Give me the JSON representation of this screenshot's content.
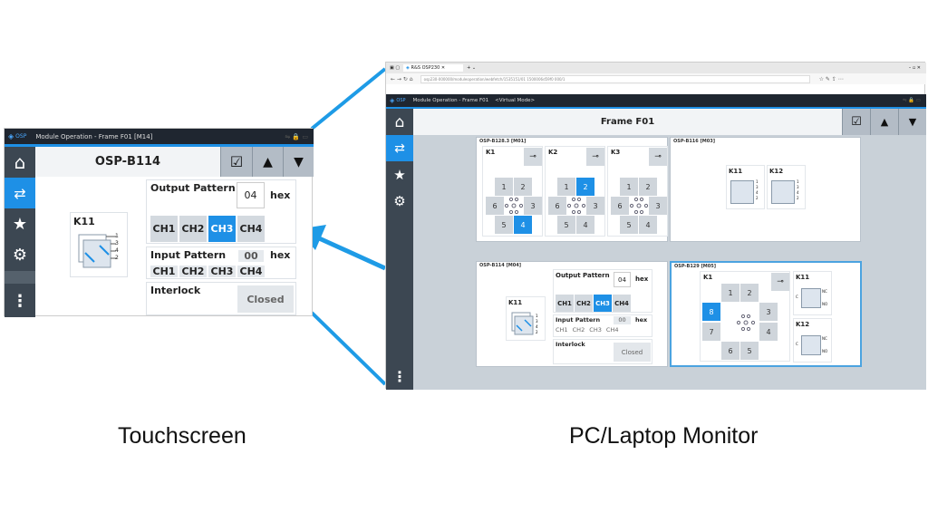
{
  "captions": {
    "touchscreen": "Touchscreen",
    "monitor": "PC/Laptop Monitor"
  },
  "colors": {
    "accent": "#1e90e6",
    "titlebar": "#1f2630",
    "sidebar": "#3c4752",
    "arrow": "#1e9be6"
  },
  "touch": {
    "logo": "OSP",
    "title": "Module Operation - Frame F01 [M14]",
    "header": "OSP-B114",
    "relay": {
      "name": "K11",
      "pins": [
        "1",
        "3",
        "4",
        "2"
      ]
    },
    "output": {
      "label": "Output Pattern",
      "value": "04",
      "unit": "hex",
      "channels": [
        "CH1",
        "CH2",
        "CH3",
        "CH4"
      ],
      "active": "CH3"
    },
    "input": {
      "label": "Input Pattern",
      "value": "00",
      "unit": "hex",
      "channels": [
        "CH1",
        "CH2",
        "CH3",
        "CH4"
      ]
    },
    "interlock": {
      "label": "Interlock",
      "state": "Closed"
    }
  },
  "browser": {
    "tab": "R&S OSP230",
    "url": "osp230-000000/moduleoperation/webfetch/1535151/01 1500006d59f0 000/1"
  },
  "monitor": {
    "logo": "OSP",
    "title": "Module Operation - Frame F01    <Virtual Mode>",
    "header": "Frame F01",
    "modules": [
      {
        "title": "OSP-B128.3   [M01]",
        "relays": [
          {
            "name": "K1",
            "active": "4"
          },
          {
            "name": "K2",
            "active": "2"
          },
          {
            "name": "K3",
            "active": ""
          }
        ],
        "positions": [
          "1",
          "2",
          "6",
          "3",
          "5",
          "4"
        ]
      },
      {
        "title": "OSP-B116   [M03]",
        "relays": [
          {
            "name": "K11",
            "pins": [
              "1",
              "3",
              "4",
              "2"
            ]
          },
          {
            "name": "K12",
            "pins": [
              "1",
              "3",
              "4",
              "2"
            ]
          }
        ]
      },
      {
        "title": "OSP-B114   [M04]",
        "relay": {
          "name": "K11",
          "pins": [
            "1",
            "3",
            "4",
            "2"
          ]
        },
        "output": {
          "label": "Output Pattern",
          "value": "04",
          "unit": "hex",
          "channels": [
            "CH1",
            "CH2",
            "CH3",
            "CH4"
          ],
          "active": "CH3"
        },
        "input": {
          "label": "Input Pattern",
          "value": "00",
          "unit": "hex",
          "channels": [
            "CH1",
            "CH2",
            "CH3",
            "CH4"
          ]
        },
        "interlock": {
          "label": "Interlock",
          "state": "Closed"
        }
      },
      {
        "title": "OSP-B129   [M05]",
        "relay": {
          "name": "K1",
          "active": "8",
          "positions": [
            "1",
            "2",
            "8",
            "3",
            "7",
            "4",
            "6",
            "5"
          ]
        },
        "spdt": [
          {
            "name": "K11",
            "c": "C",
            "nc": "NC",
            "no": "NO"
          },
          {
            "name": "K12",
            "c": "C",
            "nc": "NC",
            "no": "NO"
          }
        ]
      }
    ]
  }
}
